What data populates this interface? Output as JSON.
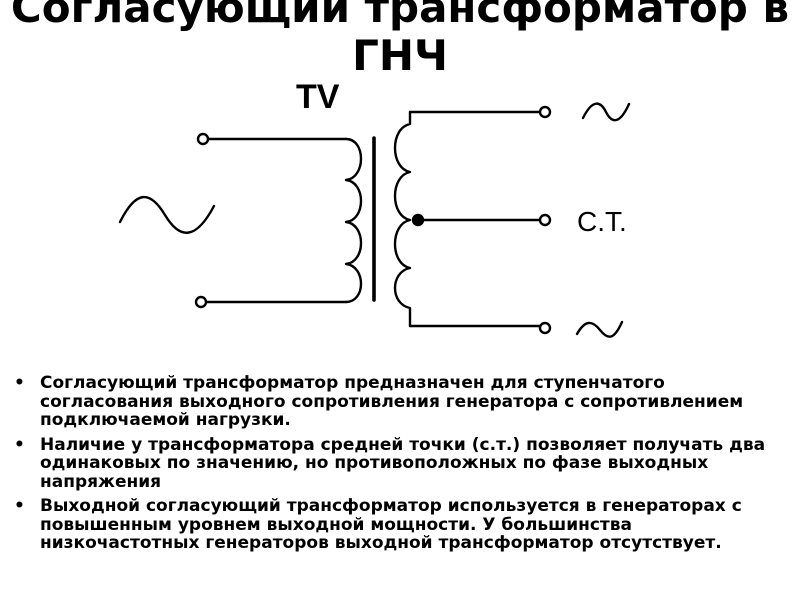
{
  "title": {
    "line1": "Согласующий трансформатор в",
    "line2": "ГНЧ"
  },
  "diagram": {
    "transformer_label": "TV",
    "input_symbol": "~",
    "outputs": {
      "top_symbol": "~",
      "center_tap_label": "С.Т.",
      "bottom_symbol": "~"
    }
  },
  "bullets": {
    "marker": "•",
    "items": [
      "Согласующий трансформатор предназначен для ступенчатого согласования выходного сопротивления генератора с сопротивлением подключаемой нагрузки.",
      "Наличие у трансформатора средней точки (с.т.) позволяет получать два одинаковых по значению, но противоположных по фазе выходных напряжения",
      "Выходной согласующий трансформатор используется в генераторах с повышенным уровнем выходной мощности. У большинства низкочастотных генераторов выходной трансформатор отсутствует."
    ]
  }
}
